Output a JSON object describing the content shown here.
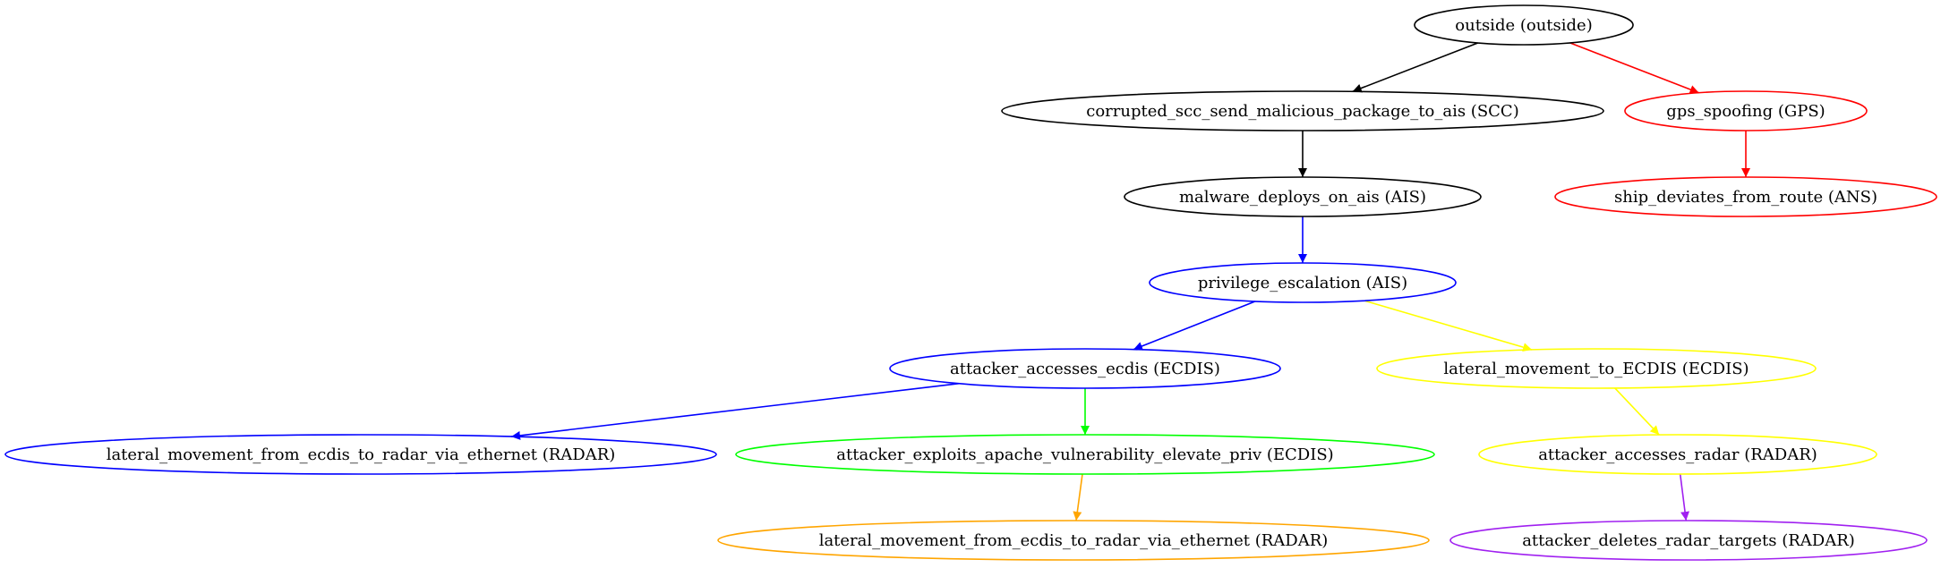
{
  "nodes": [
    {
      "id": "n1",
      "label": "outside (outside)",
      "color": "#000000"
    },
    {
      "id": "n2",
      "label": "corrupted_scc_send_malicious_package_to_ais (SCC)",
      "color": "#000000"
    },
    {
      "id": "n3",
      "label": "gps_spoofing (GPS)",
      "color": "#ff0000"
    },
    {
      "id": "n4",
      "label": "malware_deploys_on_ais (AIS)",
      "color": "#000000"
    },
    {
      "id": "n5",
      "label": "ship_deviates_from_route (ANS)",
      "color": "#ff0000"
    },
    {
      "id": "n6",
      "label": "privilege_escalation (AIS)",
      "color": "#0000ff"
    },
    {
      "id": "n7",
      "label": "attacker_accesses_ecdis (ECDIS)",
      "color": "#0000ff"
    },
    {
      "id": "n8",
      "label": "lateral_movement_to_ECDIS (ECDIS)",
      "color": "#ffff00"
    },
    {
      "id": "n9",
      "label": "lateral_movement_from_ecdis_to_radar_via_ethernet (RADAR)",
      "color": "#0000ff"
    },
    {
      "id": "n10",
      "label": "attacker_exploits_apache_vulnerability_elevate_priv (ECDIS)",
      "color": "#00ff00"
    },
    {
      "id": "n11",
      "label": "attacker_accesses_radar (RADAR)",
      "color": "#ffff00"
    },
    {
      "id": "n12",
      "label": "lateral_movement_from_ecdis_to_radar_via_ethernet (RADAR)",
      "color": "#ffa500"
    },
    {
      "id": "n13",
      "label": "attacker_deletes_radar_targets (RADAR)",
      "color": "#a020f0"
    }
  ],
  "edges": [
    {
      "from": "n1",
      "to": "n2",
      "color": "#000000"
    },
    {
      "from": "n1",
      "to": "n3",
      "color": "#ff0000"
    },
    {
      "from": "n2",
      "to": "n4",
      "color": "#000000"
    },
    {
      "from": "n3",
      "to": "n5",
      "color": "#ff0000"
    },
    {
      "from": "n4",
      "to": "n6",
      "color": "#0000ff"
    },
    {
      "from": "n6",
      "to": "n7",
      "color": "#0000ff"
    },
    {
      "from": "n6",
      "to": "n8",
      "color": "#ffff00"
    },
    {
      "from": "n7",
      "to": "n9",
      "color": "#0000ff"
    },
    {
      "from": "n7",
      "to": "n10",
      "color": "#00ff00"
    },
    {
      "from": "n8",
      "to": "n11",
      "color": "#ffff00"
    },
    {
      "from": "n10",
      "to": "n12",
      "color": "#ffa500"
    },
    {
      "from": "n11",
      "to": "n13",
      "color": "#a020f0"
    }
  ]
}
